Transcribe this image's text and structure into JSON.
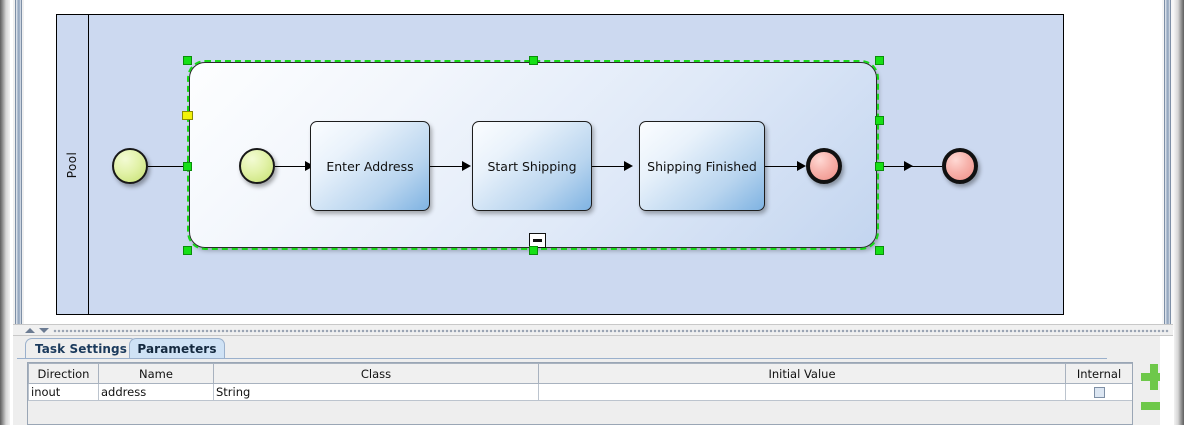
{
  "app": {
    "editor": "BPMN Process Diagram Editor"
  },
  "canvas": {
    "pool": {
      "label": "Pool"
    },
    "subprocess": {
      "selected": true,
      "collapse_marker": "minus",
      "handle_color": "#16e016",
      "secondary_handle_color": "#f2f20a",
      "selection_color": "#16d916"
    },
    "nodes": [
      {
        "id": "start-outer",
        "type": "start-event",
        "label": ""
      },
      {
        "id": "start-inner",
        "type": "start-event",
        "label": ""
      },
      {
        "id": "task-1",
        "type": "task",
        "label": "Enter Address"
      },
      {
        "id": "task-2",
        "type": "task",
        "label": "Start Shipping"
      },
      {
        "id": "task-3",
        "type": "task",
        "label": "Shipping Finished"
      },
      {
        "id": "end-inner",
        "type": "end-event",
        "label": ""
      },
      {
        "id": "end-outer",
        "type": "end-event",
        "label": ""
      }
    ]
  },
  "bottom_panel": {
    "tabs": [
      {
        "label": "Task Settings",
        "active": false
      },
      {
        "label": "Parameters",
        "active": true
      }
    ],
    "table": {
      "columns": [
        "Direction",
        "Name",
        "Class",
        "Initial Value",
        "Internal"
      ],
      "rows": [
        {
          "direction": "inout",
          "name": "address",
          "class": "String",
          "initial_value": "",
          "internal": false
        }
      ]
    },
    "buttons": {
      "add_label": "+",
      "remove_label": "−",
      "accent": "#6ec84a"
    }
  }
}
